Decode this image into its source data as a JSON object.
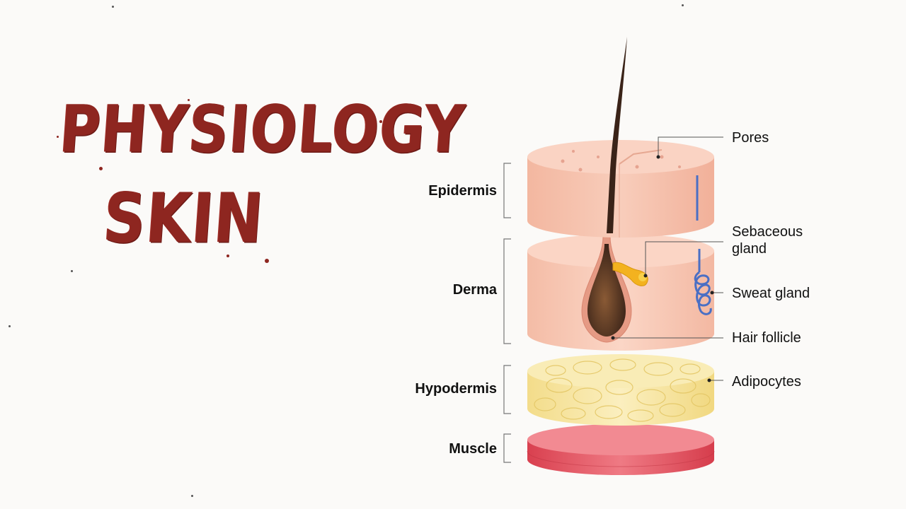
{
  "title": {
    "line1": "PHYSIOLOGY",
    "line2": "SKIN"
  },
  "layers": {
    "epidermis": "Epidermis",
    "derma": "Derma",
    "hypodermis": "Hypodermis",
    "muscle": "Muscle"
  },
  "structures": {
    "pores": "Pores",
    "sebaceous_gland": "Sebaceous gland",
    "sweat_gland": "Sweat gland",
    "hair_follicle": "Hair follicle",
    "adipocytes": "Adipocytes"
  },
  "colors": {
    "title": "#8e2620",
    "epidermis": "#f6c1ac",
    "derma": "#f7c7b4",
    "hypodermis": "#f7e7a6",
    "muscle": "#e0535f",
    "hair": "#3a2318",
    "sebaceous": "#f3b21f",
    "sweat_gland": "#4a6fc4"
  }
}
